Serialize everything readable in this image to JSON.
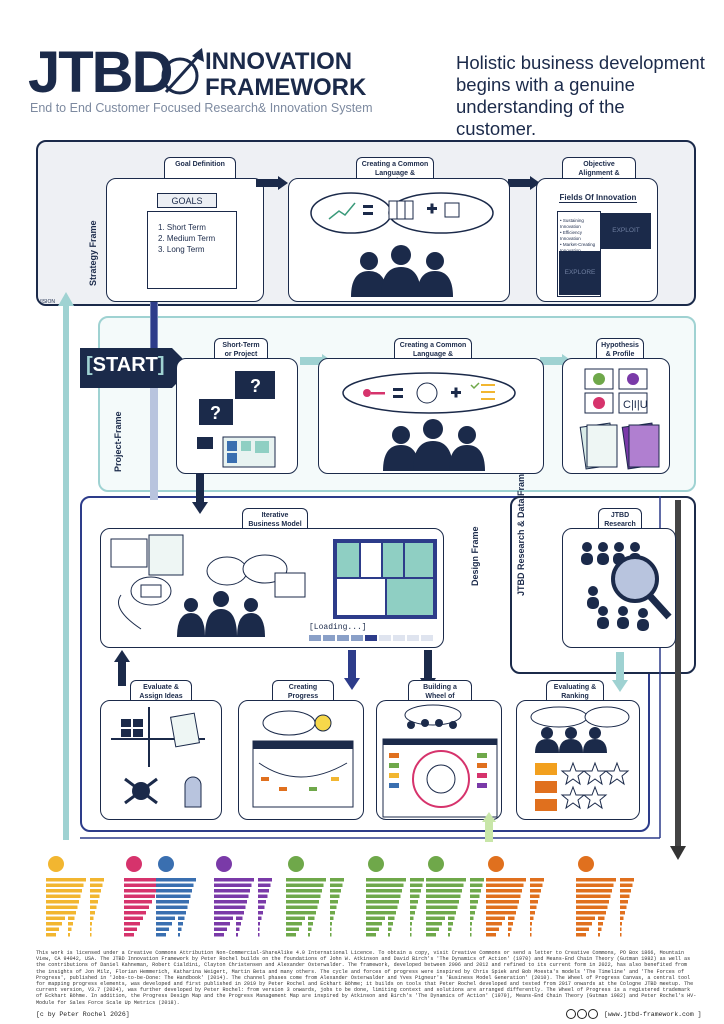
{
  "header": {
    "logo_main": "JTBD",
    "logo_line1": "INNOVATION",
    "logo_line2": "FRAMEWORK",
    "subtitle": "End to End Customer Focused Research& Innovation System",
    "tagline": "Holistic business development begins with a genuine understanding of the customer."
  },
  "frames": {
    "strategy": "Strategy Frame",
    "project": "Project-Frame",
    "design": "Design Frame",
    "research": "JTBD Research & Data Frame",
    "vision": "VISION"
  },
  "strategy": {
    "goal_definition": "Goal Definition",
    "goals_banner": "GOALS",
    "goals": [
      "1. Short Term",
      "2. Medium Term",
      "3. Long Term"
    ],
    "common_language": "Creating a Common Language & Mindset",
    "objective": "Objective Alignment & Mandate Clarification",
    "fields": "Fields Of Innovation",
    "fields_items": [
      "• Sustaining Innovation",
      "• Efficiency Innovation",
      "• Market-Creating Innovation"
    ],
    "exploit": "EXPLOIT",
    "explore": "EXPLORE"
  },
  "project": {
    "start": "START",
    "short_term": "Short-Term or Project Goal",
    "common_language": "Creating a Common Language & Mindset",
    "hypothesis": "Hypothesis & Profile",
    "ciu": "C|I|U"
  },
  "design": {
    "iterative": "Iterative Business Model Design",
    "loading": "[Loading...]",
    "research": "JTBD Research",
    "evaluate_assign": "Evaluate & Assign Ideas",
    "progress_ideas": "Creating Progress Phase Ideas",
    "wheel": "Building a Wheel of Progress",
    "evaluating": "Evaluating & Ranking"
  },
  "footer": {
    "license": "This work is licensed under a Creative Commons Attribution Non-Commercial-ShareAlike 4.0 International Licence. To obtain a copy, visit Creative Commons or send a letter to Creative Commons, PO Box 1866, Mountain View, CA 94042, USA. The JTBD Innovation Framework by Peter Rochel builds on the foundations of John W. Atkinson and David Birch's 'The Dynamics of Action' (1970) and Means-End Chain Theory (Gutman 1982) as well as the contributions of Daniel Kahneman, Robert Cialdini, Clayton Christensen and Alexander Osterwalder. The framework, developed between 2006 and 2012 and refined to its current form in 2022, has also benefited from the insights of Jon Milz, Florian Hemmerich, Katharina Weigert, Martin Beta and many others. The cycle and forces of progress were inspired by Chris Spiek and Bob Moesta's models 'The Timeline' and 'The Forces of Progress', published in 'Jobs-to-be-Done: The Handbook' (2014). The channel phases come from Alexander Osterwalder and Yves Pigneur's 'Business Model Generation' (2010). The Wheel of Progress Canvas, a central tool for mapping progress elements, was developed and first published in 2019 by Peter Rochel and Eckhart Böhme; it builds on tools that Peter Rochel developed and tested from 2017 onwards at the Cologne JTBD meetup. The current version, V3.7 (2024), was further developed by Peter Rochel: from version 3 onwards, jobs to be done, limiting context and solutions are arranged differently. The Wheel of Progress is a registered trademark of Eckhart Böhme. In addition, the Progress Design Map and the Progress Management Map are inspired by Atkinson and Birch's 'The Dynamics of Action' (1970), Means-End Chain Theory (Gutman 1982) and Peter Rochel's HV-Module for Sales Force Scale Up Metrics (2018).",
    "copyright": "[c by Peter Rochel 2026]",
    "site": "[www.jtbd-framework.com ]"
  },
  "colors": {
    "navy": "#1b2a4a",
    "teal": "#9fd2d2",
    "design": "#2d3c8a",
    "yellow": "#f2b630",
    "pink": "#d6336c",
    "blue": "#3a6fb0",
    "purple": "#7a3aa8",
    "green": "#6fa84a",
    "orange": "#e0701e"
  }
}
